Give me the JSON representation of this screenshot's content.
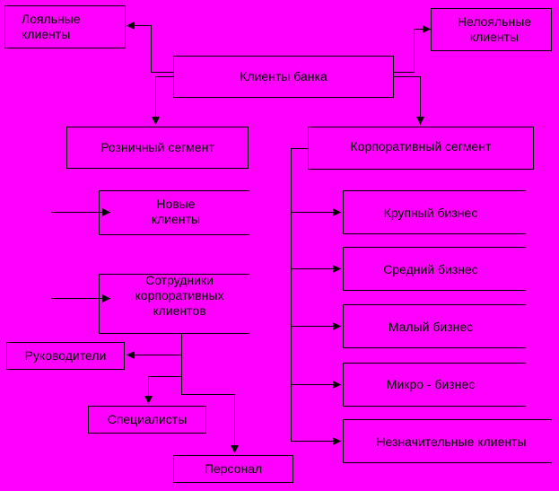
{
  "colors": {
    "background": "#ff00ff",
    "stroke": "#000000"
  },
  "top": {
    "loyal_clients": "Лояльные\nклиенты",
    "disloyal_clients": "Нелояльные\nклиенты",
    "bank_clients": "Клиенты банка"
  },
  "segments": {
    "retail": "Розничный сегмент",
    "corporate": "Корпоративный сегмент"
  },
  "retail": {
    "new_clients": "Новые\nклиенты",
    "corp_employees": "Сотрудники\nкорпоративных\nклиентов",
    "managers": "Руководители",
    "specialists": "Специалисты",
    "personnel": "Персонал"
  },
  "corporate": {
    "large": "Крупный бизнес",
    "medium": "Средний бизнес",
    "small": "Малый бизнес",
    "micro": "Микро - бизнес",
    "minor": "Незначительные клиенты"
  }
}
